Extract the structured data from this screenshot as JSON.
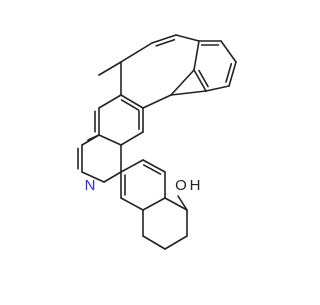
{
  "molecule": {
    "atom_labels": {
      "nitrogen": "N",
      "hydroxyl_oxygen": "O",
      "hydroxyl_hydrogen": "H"
    },
    "colors": {
      "bond": "#222222",
      "nitrogen": "#2a2aff",
      "oxygen": "#222222",
      "background": "#ffffff"
    }
  }
}
